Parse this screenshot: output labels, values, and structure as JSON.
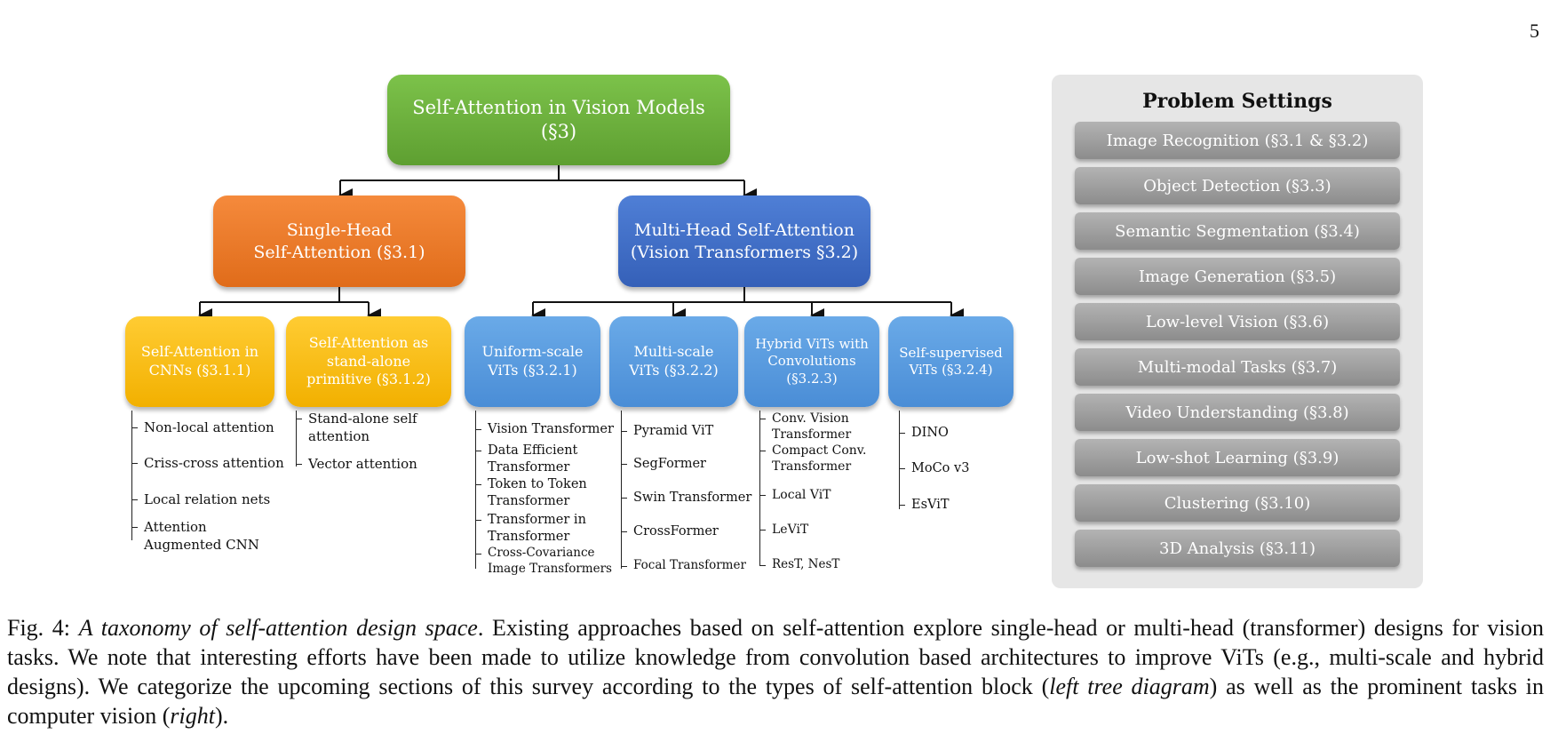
{
  "page_number": "5",
  "tree": {
    "root": "Self-Attention in Vision Models\n(§3)",
    "single_head": "Single-Head\nSelf-Attention (§3.1)",
    "multi_head": "Multi-Head Self-Attention\n(Vision Transformers §3.2)",
    "cnn": "Self-Attention in\nCNNs (§3.1.1)",
    "standalone": "Self-Attention as\nstand-alone\nprimitive (§3.1.2)",
    "uniform": "Uniform-scale\nViTs (§3.2.1)",
    "multiscale": "Multi-scale\nViTs (§3.2.2)",
    "hybrid": "Hybrid ViTs with\nConvolutions\n(§3.2.3)",
    "selfsup": "Self-supervised\nViTs (§3.2.4)"
  },
  "lists": {
    "cnn": [
      "Non-local attention",
      "Criss-cross attention",
      "Local relation nets",
      "Attention\nAugmented CNN"
    ],
    "standalone": [
      "Stand-alone self\nattention",
      "Vector attention"
    ],
    "uniform": [
      "Vision Transformer",
      "Data Efficient\nTransformer",
      "Token to Token\nTransformer",
      "Transformer in\nTransformer",
      "Cross-Covariance\nImage Transformers"
    ],
    "multiscale": [
      "Pyramid ViT",
      "SegFormer",
      "Swin Transformer",
      "CrossFormer",
      "Focal Transformer"
    ],
    "hybrid": [
      "Conv. Vision\nTransformer",
      "Compact Conv.\nTransformer",
      "Local ViT",
      "LeViT",
      "ResT, NesT"
    ],
    "selfsup": [
      "DINO",
      "MoCo v3",
      "EsViT"
    ]
  },
  "problem_settings": {
    "title": "Problem Settings",
    "items": [
      "Image Recognition (§3.1 & §3.2)",
      "Object Detection (§3.3)",
      "Semantic Segmentation (§3.4)",
      "Image Generation (§3.5)",
      "Low-level Vision (§3.6)",
      "Multi-modal Tasks (§3.7)",
      "Video Understanding (§3.8)",
      "Low-shot Learning (§3.9)",
      "Clustering (§3.10)",
      "3D Analysis (§3.11)"
    ]
  },
  "caption": {
    "label": "Fig. 4:",
    "title": "A taxonomy of self-attention design space",
    "text1": ". Existing approaches based on self-attention explore single-head or multi-head (transformer) designs for vision tasks. We note that interesting efforts have been made to utilize knowledge from convolution based architectures to improve ViTs (e.g., multi-scale and hybrid designs). We categorize the upcoming sections of this survey according to the types of self-attention block (",
    "em1": "left tree diagram",
    "text2": ") as well as the prominent tasks in computer vision (",
    "em2": "right",
    "text3": ")."
  }
}
